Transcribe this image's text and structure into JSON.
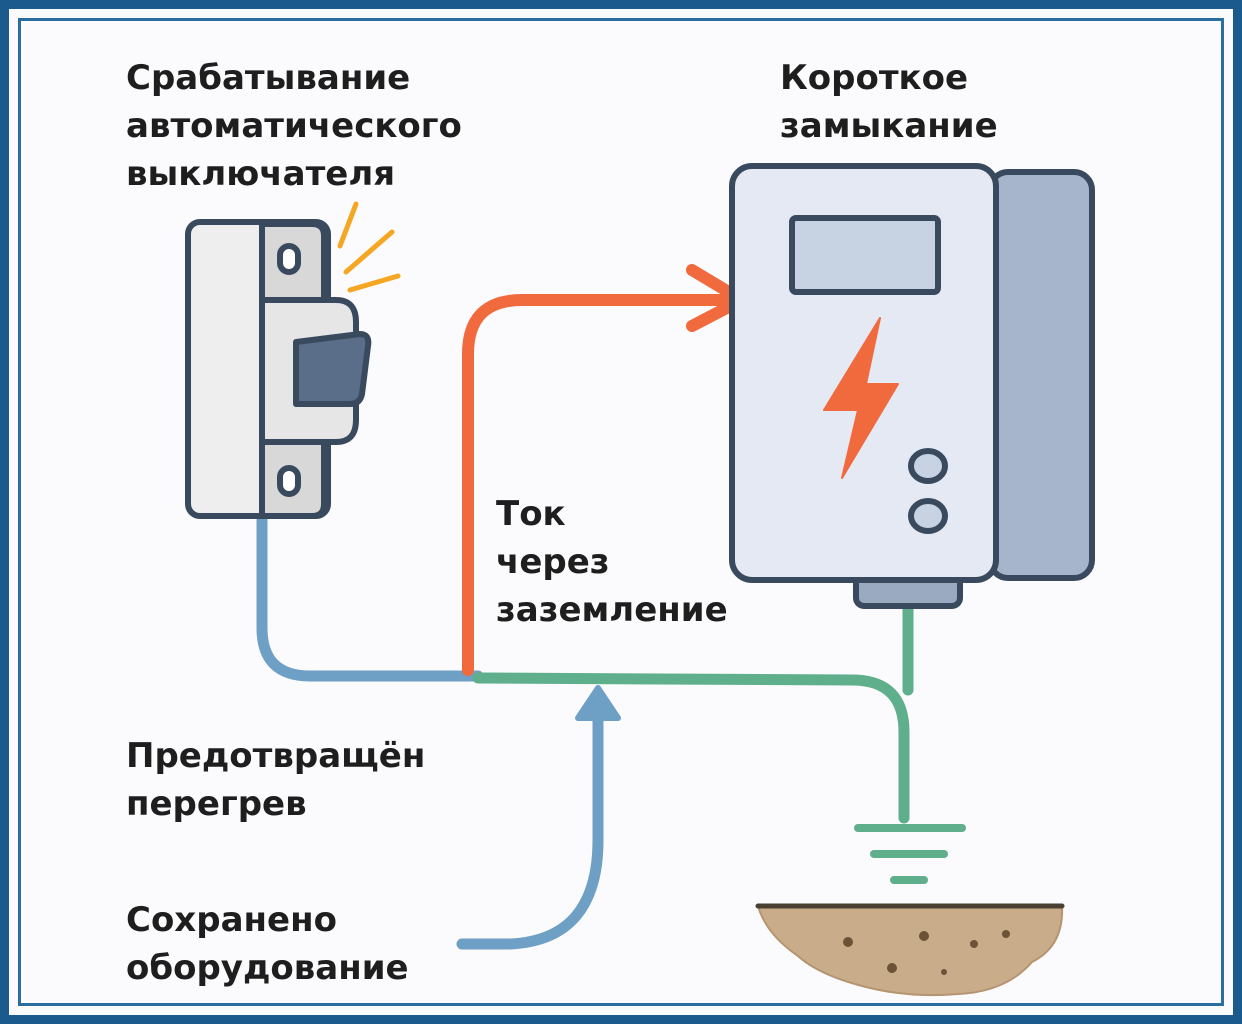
{
  "labels": {
    "breaker_trip": [
      "Срабатывание",
      "автоматического",
      "выключателя"
    ],
    "short_circuit": [
      "Короткое",
      "замыкание"
    ],
    "ground_current": [
      "Ток",
      "через",
      "заземление"
    ],
    "overheat_prevented": [
      "Предотвращён",
      "перегрев"
    ],
    "equipment_saved": [
      "Сохранено",
      "оборудование"
    ]
  },
  "colors": {
    "frame": "#1a5a8c",
    "phase_wire": "#f06a3e",
    "neutral_wire": "#6e9fc4",
    "ground_wire": "#5fae8c",
    "panel_body": "#e4e9f3",
    "panel_outline": "#3a4a5e",
    "lightning": "#f06a3e",
    "spark": "#f5a623",
    "soil": "#c9ad8a"
  },
  "icons": [
    "circuit-breaker-icon",
    "electrical-panel-icon",
    "lightning-bolt-icon",
    "ground-symbol-icon",
    "soil-icon",
    "spark-icon"
  ]
}
